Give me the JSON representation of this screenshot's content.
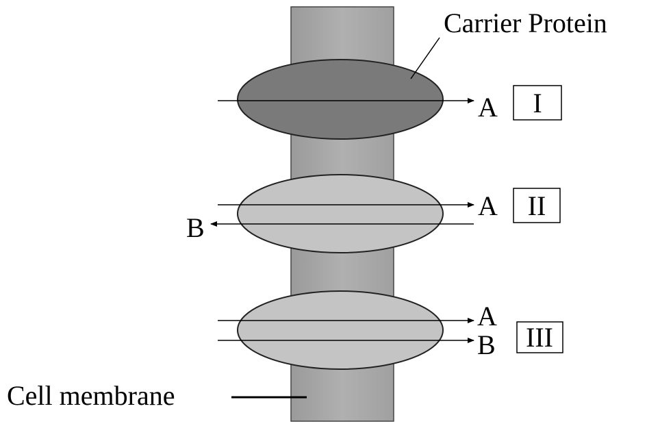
{
  "labels": {
    "carrier_protein": "Carrier Protein",
    "cell_membrane": "Cell membrane"
  },
  "proteins": [
    {
      "id": "I",
      "numeral": "I",
      "arrows": [
        {
          "label": "A",
          "direction": "right"
        }
      ],
      "fill": "#7a7a7a"
    },
    {
      "id": "II",
      "numeral": "II",
      "arrows": [
        {
          "label": "A",
          "direction": "right"
        },
        {
          "label": "B",
          "direction": "left"
        }
      ],
      "fill": "#c4c4c4"
    },
    {
      "id": "III",
      "numeral": "III",
      "arrows": [
        {
          "label": "A",
          "direction": "right"
        },
        {
          "label": "B",
          "direction": "right"
        }
      ],
      "fill": "#c4c4c4"
    }
  ],
  "colors": {
    "membrane": "#a8a8a8",
    "dark_protein": "#7a7a7a",
    "light_protein": "#c4c4c4"
  }
}
